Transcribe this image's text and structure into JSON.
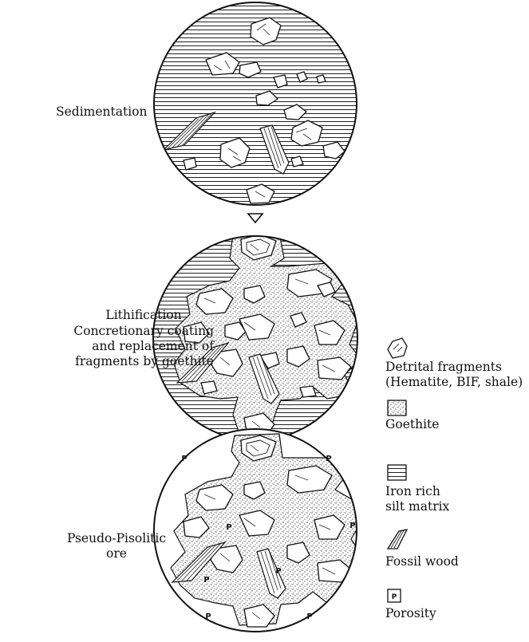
{
  "stages": [
    {
      "label": "Sedimentation"
    },
    {
      "label_lines": [
        "Lithification",
        "Concretionary coating",
        "and replacement of",
        "fragments by goethite"
      ]
    },
    {
      "label_lines": [
        "Pseudo-Pisolitic",
        "ore"
      ]
    }
  ],
  "porosity_mark": "P",
  "legend": [
    {
      "icon": "detrital-fragment-icon",
      "lines": [
        "Detrital fragments",
        "(Hematite, BIF, shale)"
      ]
    },
    {
      "icon": "goethite-stipple-icon",
      "lines": [
        "Goethite"
      ]
    },
    {
      "icon": "silt-matrix-hatch-icon",
      "lines": [
        "Iron rich",
        "silt matrix"
      ]
    },
    {
      "icon": "fossil-wood-icon",
      "lines": [
        "Fossil wood"
      ]
    },
    {
      "icon": "porosity-icon",
      "symbol": "P",
      "lines": [
        "Porosity"
      ]
    }
  ],
  "colors": {
    "ink": "#111111",
    "background": "#ffffff"
  }
}
